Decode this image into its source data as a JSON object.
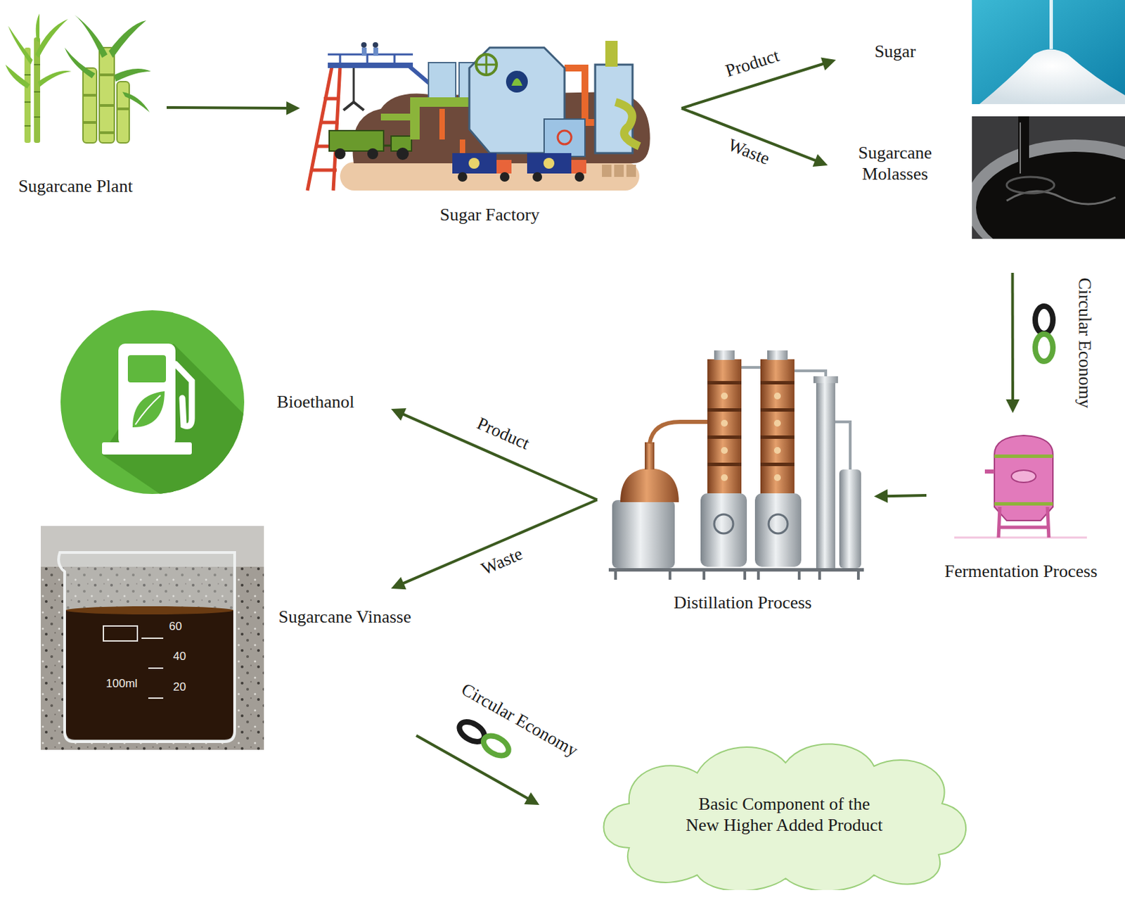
{
  "diagram": {
    "nodes": [
      {
        "text": [
          "Sugarcane Plant"
        ]
      },
      {
        "text": [
          "Sugar Factory"
        ]
      },
      {
        "text": [
          "Sugar"
        ]
      },
      {
        "text": [
          "Sugarcane Molasses"
        ]
      },
      {
        "text": [
          "Fermentation Process"
        ]
      },
      {
        "text": [
          "Distillation Process"
        ]
      },
      {
        "text": [
          "Bioethanol"
        ]
      },
      {
        "text": [
          "Sugarcane Vinasse"
        ]
      },
      {
        "text": [
          "Basic Component of the New Higher Added Product"
        ]
      }
    ],
    "edges": [
      {
        "from": 0,
        "to": 1,
        "arrow": "to"
      },
      {
        "from": 1,
        "to": 2,
        "label": "Product",
        "arrow": "to"
      },
      {
        "from": 1,
        "to": 3,
        "label": "Waste",
        "arrow": "to"
      },
      {
        "from": 3,
        "to": 4,
        "label": "Circular Economy",
        "arrow": "to"
      },
      {
        "from": 4,
        "to": 5,
        "arrow": "to"
      },
      {
        "from": 5,
        "to": 6,
        "label": "Product",
        "arrow": "to"
      },
      {
        "from": 5,
        "to": 7,
        "label": "Waste",
        "arrow": "to"
      },
      {
        "from": 7,
        "to": 8,
        "label": "Circular Economy",
        "arrow": "to"
      }
    ],
    "labels": [
      "60",
      "40",
      "20",
      "100ml"
    ]
  }
}
